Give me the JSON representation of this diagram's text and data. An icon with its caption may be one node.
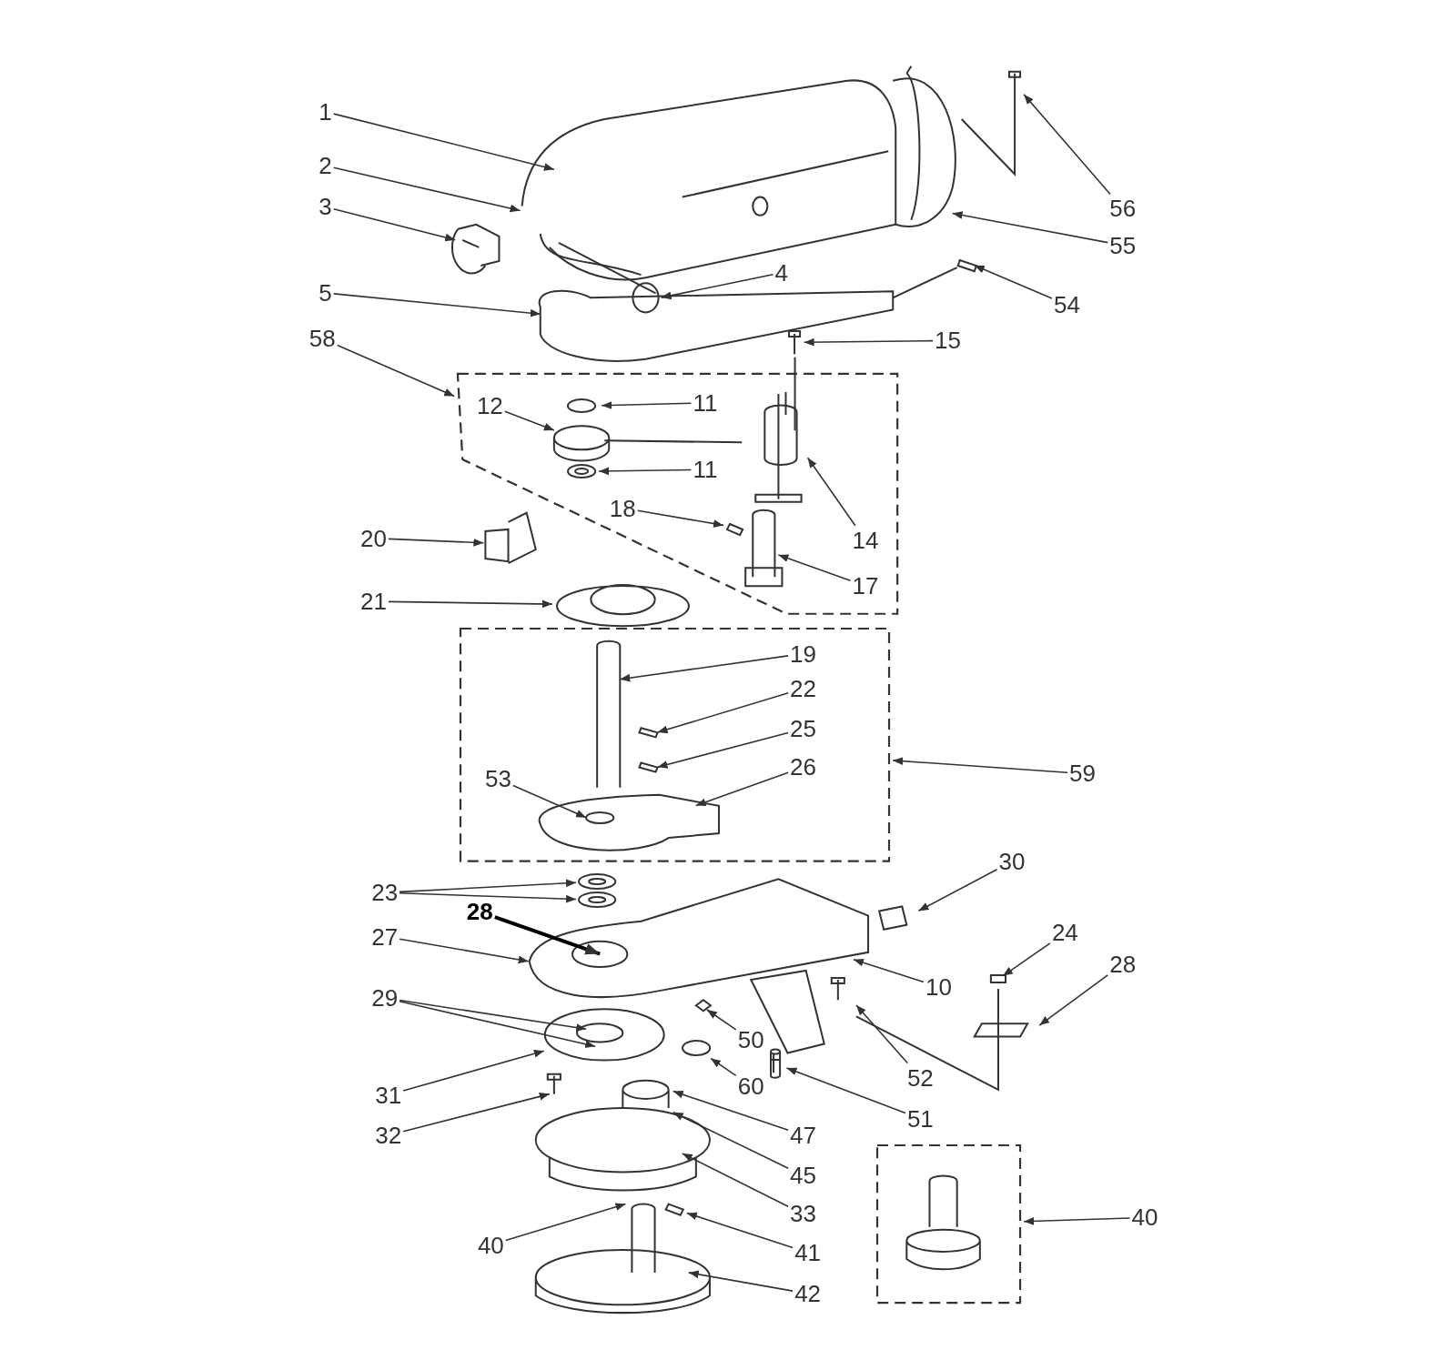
{
  "diagram": {
    "nodes": [
      {
        "text": [
          "1"
        ]
      },
      {
        "text": [
          "56"
        ]
      },
      {
        "text": [
          "2"
        ]
      },
      {
        "text": [
          "3"
        ]
      },
      {
        "text": [
          "55"
        ]
      },
      {
        "text": [
          "4"
        ]
      },
      {
        "text": [
          "5"
        ]
      },
      {
        "text": [
          "54"
        ]
      },
      {
        "text": [
          "15"
        ]
      },
      {
        "text": [
          "58"
        ]
      },
      {
        "text": [],
        "shape": "box"
      },
      {
        "text": [
          "12"
        ],
        "in": 10
      },
      {
        "text": [
          "11"
        ],
        "in": 10
      },
      {
        "text": [
          "11"
        ],
        "in": 10
      },
      {
        "text": [
          "18"
        ],
        "in": 10
      },
      {
        "text": [
          "20"
        ]
      },
      {
        "text": [
          "14"
        ],
        "in": 10
      },
      {
        "text": [
          "17"
        ],
        "in": 10
      },
      {
        "text": [
          "21"
        ]
      },
      {
        "text": [],
        "shape": "box"
      },
      {
        "text": [
          "19"
        ],
        "in": 19
      },
      {
        "text": [
          "22"
        ],
        "in": 19
      },
      {
        "text": [
          "25"
        ],
        "in": 19
      },
      {
        "text": [
          "59"
        ]
      },
      {
        "text": [
          "53"
        ],
        "in": 19
      },
      {
        "text": [
          "26"
        ],
        "in": 19
      },
      {
        "text": [
          "30"
        ]
      },
      {
        "text": [
          "23"
        ]
      },
      {
        "text": [
          "28"
        ]
      },
      {
        "text": [
          "24"
        ]
      },
      {
        "text": [
          "27"
        ]
      },
      {
        "text": [
          "28"
        ]
      },
      {
        "text": [
          "10"
        ]
      },
      {
        "text": [
          "29"
        ]
      },
      {
        "text": [
          "50"
        ]
      },
      {
        "text": [
          "31"
        ]
      },
      {
        "text": [
          "60"
        ]
      },
      {
        "text": [
          "52"
        ]
      },
      {
        "text": [
          "51"
        ]
      },
      {
        "text": [
          "32"
        ]
      },
      {
        "text": [
          "47"
        ]
      },
      {
        "text": [
          "45"
        ]
      },
      {
        "text": [
          "33"
        ]
      },
      {
        "text": [],
        "shape": "box"
      },
      {
        "text": [
          "40"
        ]
      },
      {
        "text": [
          "40"
        ]
      },
      {
        "text": [
          "41"
        ]
      },
      {
        "text": [
          "42"
        ]
      },
      {
        "text": [],
        "shape": "picture"
      },
      {
        "text": [],
        "shape": "picture",
        "in": 10
      },
      {
        "text": [],
        "shape": "picture",
        "in": 10
      },
      {
        "text": [],
        "shape": "picture"
      },
      {
        "text": [],
        "shape": "picture"
      },
      {
        "text": [],
        "shape": "picture"
      },
      {
        "text": [],
        "shape": "picture"
      },
      {
        "text": [],
        "shape": "picture"
      }
    ],
    "edges": [
      {
        "from": 0,
        "to": null,
        "arrow": "to"
      },
      {
        "from": 1,
        "to": null,
        "arrow": "to"
      },
      {
        "from": 2,
        "to": null,
        "arrow": "to"
      },
      {
        "from": 3,
        "to": null,
        "arrow": "to"
      },
      {
        "from": 4,
        "to": null,
        "arrow": "to"
      },
      {
        "from": 5,
        "to": null,
        "arrow": "to"
      },
      {
        "from": 6,
        "to": null,
        "arrow": "to"
      },
      {
        "from": 7,
        "to": null,
        "arrow": "to"
      },
      {
        "from": 8,
        "to": 48,
        "arrow": "to"
      },
      {
        "from": 9,
        "to": 10,
        "arrow": "to"
      },
      {
        "from": 11,
        "to": null,
        "arrow": "to"
      },
      {
        "from": 12,
        "to": null,
        "arrow": "to"
      },
      {
        "from": 13,
        "to": 49,
        "arrow": "to"
      },
      {
        "from": 14,
        "to": 50,
        "arrow": "to"
      },
      {
        "from": 15,
        "to": null,
        "arrow": "to"
      },
      {
        "from": 16,
        "to": null,
        "arrow": "to"
      },
      {
        "from": 17,
        "to": null,
        "arrow": "to"
      },
      {
        "from": 18,
        "to": 51,
        "arrow": "to"
      },
      {
        "from": 20,
        "to": null,
        "arrow": "to"
      },
      {
        "from": 21,
        "to": null,
        "arrow": "to"
      },
      {
        "from": 22,
        "to": null,
        "arrow": "to"
      },
      {
        "from": 23,
        "to": 19,
        "arrow": "to"
      },
      {
        "from": 24,
        "to": null,
        "arrow": "to"
      },
      {
        "from": 25,
        "to": null,
        "arrow": "to"
      },
      {
        "from": 26,
        "to": null,
        "arrow": "to"
      },
      {
        "from": 27,
        "to": 52,
        "arrow": "to"
      },
      {
        "from": 27,
        "to": 55,
        "arrow": "to"
      },
      {
        "from": 28,
        "to": null,
        "arrow": "to",
        "style": "thick"
      },
      {
        "from": 29,
        "to": null,
        "arrow": "to"
      },
      {
        "from": 30,
        "to": null,
        "arrow": "to"
      },
      {
        "from": 31,
        "to": null,
        "arrow": "to"
      },
      {
        "from": 32,
        "to": null,
        "arrow": "to"
      },
      {
        "from": 33,
        "to": null,
        "arrow": "to"
      },
      {
        "from": 33,
        "to": null,
        "arrow": "to"
      },
      {
        "from": 34,
        "to": null,
        "arrow": "to"
      },
      {
        "from": 35,
        "to": null,
        "arrow": "to"
      },
      {
        "from": 36,
        "to": 53,
        "arrow": "to"
      },
      {
        "from": 37,
        "to": null,
        "arrow": "to"
      },
      {
        "from": 38,
        "to": 54,
        "arrow": "to"
      },
      {
        "from": 39,
        "to": null,
        "arrow": "to"
      },
      {
        "from": 40,
        "to": null,
        "arrow": "to"
      },
      {
        "from": 41,
        "to": null,
        "arrow": "to"
      },
      {
        "from": 42,
        "to": null,
        "arrow": "to"
      },
      {
        "from": 44,
        "to": 43,
        "arrow": "to"
      },
      {
        "from": 45,
        "to": null,
        "arrow": "to"
      },
      {
        "from": 46,
        "to": null,
        "arrow": "to"
      },
      {
        "from": 47,
        "to": null,
        "arrow": "to"
      }
    ]
  }
}
